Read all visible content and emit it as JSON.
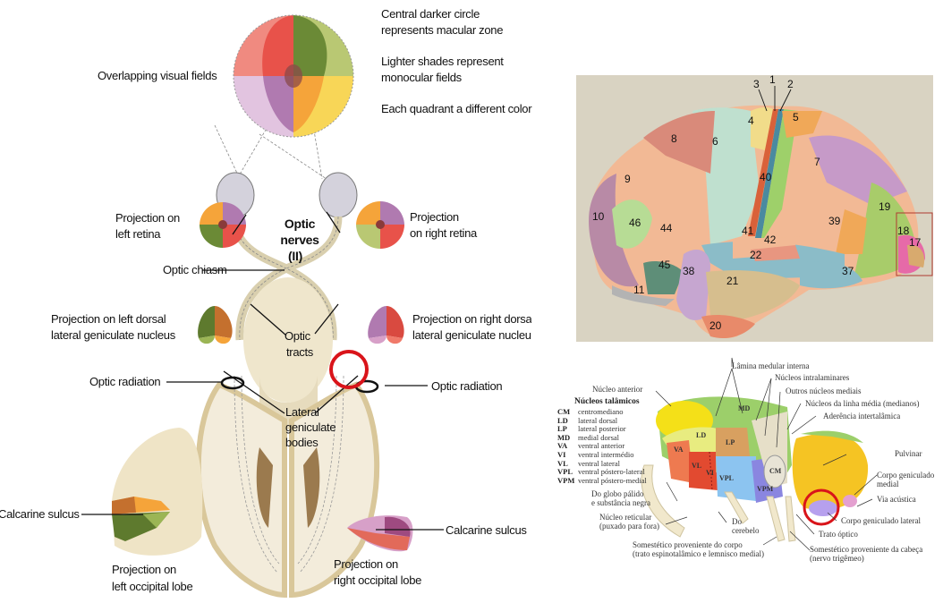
{
  "left_diagram": {
    "notes": [
      "Central darker circle",
      "represents macular zone",
      "Lighter shades represent",
      "monocular fields",
      "Each quadrant a different color"
    ],
    "overlapping_visual_fields": "Overlapping visual fields",
    "projection_left_retina": [
      "Projection on",
      "left retina"
    ],
    "projection_right_retina": [
      "Projection",
      "on right retina"
    ],
    "optic_nerves": [
      "Optic",
      "nerves",
      "(II)"
    ],
    "optic_chiasm": "Optic chiasm",
    "projection_left_lgn": [
      "Projection on left dorsal",
      "lateral geniculate nucleus"
    ],
    "projection_right_lgn": [
      "Projection on right dorsal",
      "lateral geniculate nucleus"
    ],
    "optic_tracts": [
      "Optic",
      "tracts"
    ],
    "optic_radiation_left": "Optic radiation",
    "optic_radiation_right": "Optic radiation",
    "lateral_geniculate_bodies": [
      "Lateral",
      "geniculate",
      "bodies"
    ],
    "calcarine_left": "Calcarine sulcus",
    "calcarine_right": "Calcarine sulcus",
    "projection_left_occipital": [
      "Projection on",
      "left occipital lobe"
    ],
    "projection_right_occipital": [
      "Projection on",
      "right occipital lobe"
    ],
    "quadrant_colors": {
      "upper_left": "#f08a80",
      "upper_left_dark": "#e8524a",
      "upper_right_dark": "#6b8a36",
      "upper_right": "#b9c873",
      "lower_left": "#e2c4e0",
      "lower_left_dark": "#b07ab0",
      "lower_right_dark": "#f5a43a",
      "lower_right": "#f8d657"
    },
    "highlight_color": "#d9141a"
  },
  "brodmann": {
    "areas": [
      "1",
      "2",
      "3",
      "4",
      "5",
      "6",
      "7",
      "8",
      "9",
      "10",
      "11",
      "17",
      "18",
      "19",
      "20",
      "21",
      "22",
      "37",
      "38",
      "39",
      "40",
      "41",
      "42",
      "44",
      "45",
      "46"
    ],
    "background": "#d9d3c2"
  },
  "thalamus": {
    "legend_title": "Núcleos talâmicos",
    "legend": [
      {
        "abbr": "CM",
        "name": "centromediano"
      },
      {
        "abbr": "LD",
        "name": "lateral dorsal"
      },
      {
        "abbr": "LP",
        "name": "lateral posterior"
      },
      {
        "abbr": "MD",
        "name": "medial dorsal"
      },
      {
        "abbr": "VA",
        "name": "ventral anterior"
      },
      {
        "abbr": "VI",
        "name": "ventral intermédio"
      },
      {
        "abbr": "VL",
        "name": "ventral lateral"
      },
      {
        "abbr": "VPL",
        "name": "ventral póstero-lateral"
      },
      {
        "abbr": "VPM",
        "name": "ventral póstero-medial"
      }
    ],
    "region_labels": {
      "MD": "MD",
      "LD": "LD",
      "LP": "LP",
      "VA": "VA",
      "VL": "VL",
      "VI": "VI",
      "VPL": "VPL",
      "VPM": "VPM",
      "CM": "CM"
    },
    "callouts": {
      "nucleo_anterior": "Núcleo anterior",
      "lamina": "Lâmina medular interna",
      "intralaminares": "Núcleos intralaminares",
      "outros_mediais": "Outros núcleos mediais",
      "linha_media": "Núcleos da linha média (medianos)",
      "aderencia": "Aderência intertalâmica",
      "pulvinar": "Pulvinar",
      "cgm": [
        "Corpo geniculado",
        "medial"
      ],
      "via_acustica": "Via acústica",
      "cgl": "Corpo geniculado lateral",
      "trato_optico": "Trato óptico",
      "globo_palido": [
        "Do globo pálido",
        "e substância negra"
      ],
      "reticular": [
        "Núcleo reticular",
        "(puxado para fora)"
      ],
      "cerebelo": [
        "Do",
        "cerebelo"
      ],
      "soma_corpo": [
        "Somestético proveniente do corpo",
        "(trato espinotalâmico e lemnisco medial)"
      ],
      "soma_cabeca": [
        "Somestético proveniente da cabeça",
        "(nervo trigêmeo)"
      ]
    }
  }
}
